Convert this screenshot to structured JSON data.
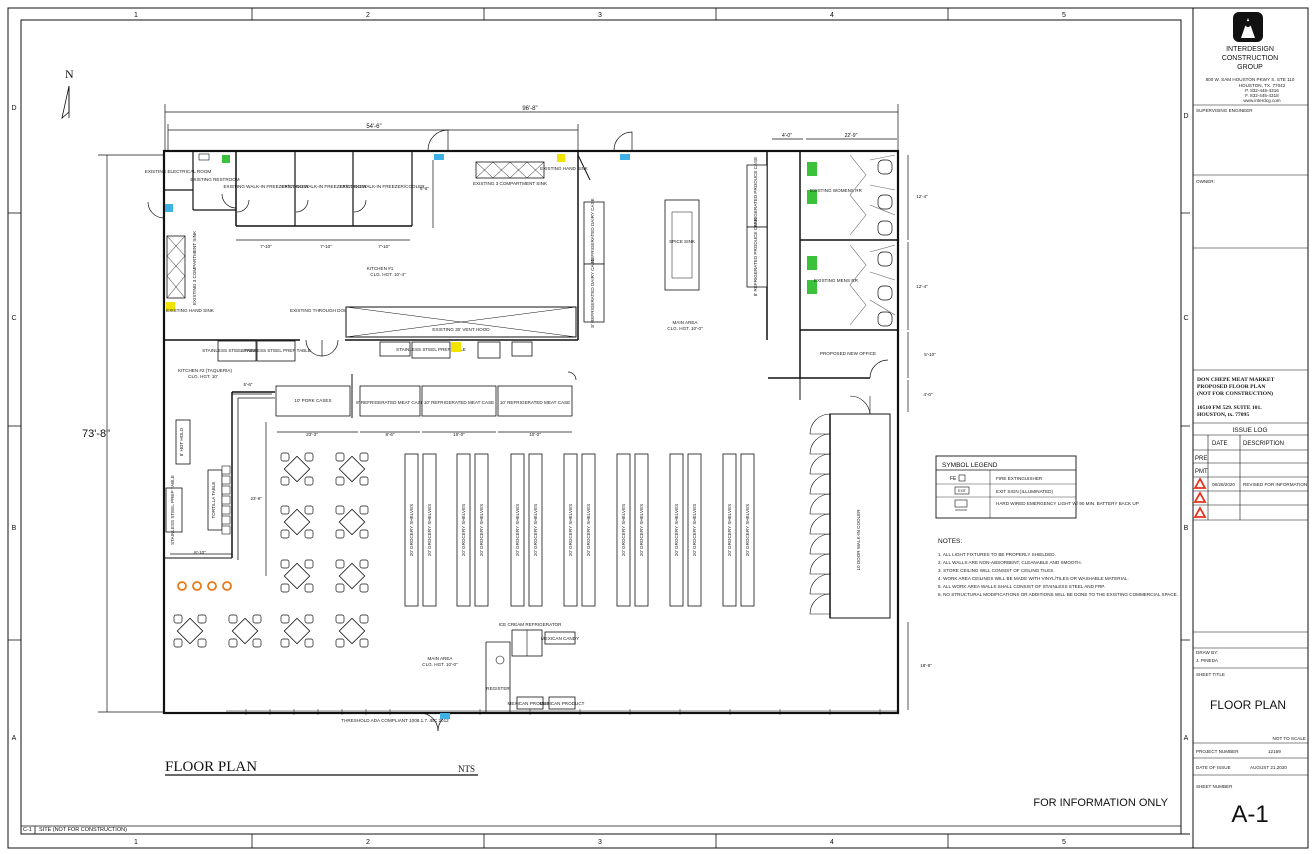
{
  "border": {
    "columns": [
      "1",
      "2",
      "3",
      "4",
      "5"
    ],
    "rows": [
      "D",
      "C",
      "B",
      "A"
    ],
    "footer_tag": "C-1",
    "footer_text": "SITE (NOT FOR CONSTRUCTION)"
  },
  "north": "N",
  "dimensions": {
    "overall_width": "96'-8\"",
    "left_width": "54'-6\"",
    "right_a": "4'-0\"",
    "right_b": "22'-9\"",
    "overall_height": "73'-8\"",
    "cooler_h": "5'-6\"",
    "cooler_w1": "7'-10\"",
    "cooler_w2": "7'-10\"",
    "cooler_w3": "7'-10\"",
    "womens_h": "12'-4\"",
    "mens_h": "12'-4\"",
    "office_h": "5'-10\"",
    "office_b": "4'-0\"",
    "case_gap": "5'-6\"",
    "seat_w1": "23'-3\"",
    "seat_h": "23'-6\"",
    "case1_w": "8'-6\"",
    "case2_w": "10'-0\"",
    "case3_w": "10'-0\"",
    "left_w2": "8'-10\"",
    "right_low": "18'-8\""
  },
  "rooms": {
    "electrical": "EXISTING ELECTRICAL ROOM",
    "restroom": "EXISTING RESTROOM",
    "cooler1": "EXISTING WALK-IN FREEZER/COOLER",
    "cooler2": "EXISTING WALK-IN FREEZER/COOLER",
    "cooler3": "EXISTING WALK-IN FREEZER/COOLER",
    "comp_sink_top": "EXISTING 3 COMPARTMENT SINK",
    "hand_sink_top": "EXISTING HAND SINK",
    "comp_sink_left": "EXISTING 3 COMPARTMENT SINK",
    "hand_sink_left": "EXISTING HAND SINK",
    "kitchen1": "KITCHEN #1",
    "kitchen1_clg": "CLG. HGT. 10'-4\"",
    "through_doors": "EXISTING THROUGH DOORS",
    "vent_hood": "EXISTING 30' VENT HOOD",
    "prep1": "STAINLESS STEEL PREP TABLE",
    "prep2": "STAINLESS STEEL PREP TABLE",
    "prep3": "STAINLESS STEEL PREP TABLE",
    "kitchen2": "KITCHEN #2 (TAQUERIA)",
    "kitchen2_clg": "CLG. HGT. 10'",
    "dairy1": "8' REFRIGERATED DAIRY CASE",
    "dairy2": "8' REFRIGERATED DAIRY CASE",
    "spice": "SPICE SINK",
    "main_area": "MAIN AREA",
    "main_clg": "CLG. HGT. 10'-0\"",
    "produce1": "8' REFRIGERATED PRODUCE CASE",
    "produce2": "8' REFRIGERATED PRODUCE CASE",
    "womens": "EXISTING WOMENS RR",
    "mens": "EXISTING MENS RR",
    "office": "PROPOSED NEW OFFICE",
    "pork": "10' PORK CASES",
    "meat1": "8' REFRIGERATED MEAT CASE",
    "meat2": "10' REFRIGERATED MEAT CASE",
    "meat3": "10' REFRIGERATED MEAT CASE",
    "hot_case": "8' HOT HOLD",
    "prep_left": "STAINLESS STEEL PREP TABLE",
    "tortilla": "TORTILLA TABLE",
    "walkin": "10 DOOR WALK-IN COOLER",
    "ice_cream": "ICE CREAM REFRIGERATOR",
    "mexican_candy": "MEXICAN CANDY",
    "register": "REGISTER",
    "mexican_product1": "MEXICAN PRODUCT",
    "mexican_product2": "MEXICAN PRODUCT",
    "main2": "MAIN AREA",
    "main2_clg": "CLG. HGT. 10'-0\"",
    "threshold": "THRESHOLD ADA COMPLIANT 1008.1.7. IBC 2012",
    "shelves": [
      "20' GROCERY SHELVES",
      "20' GROCERY SHELVES",
      "20' GROCERY SHELVES",
      "20' GROCERY SHELVES",
      "20' GROCERY SHELVES",
      "20' GROCERY SHELVES",
      "20' GROCERY SHELVES",
      "20' GROCERY SHELVES",
      "20' GROCERY SHELVES",
      "20' GROCERY SHELVES",
      "20' GROCERY SHELVES",
      "20' GROCERY SHELVES",
      "20' GROCERY SHELVES",
      "20' GROCERY SHELVES"
    ]
  },
  "legend": {
    "title": "SYMBOL LEGEND",
    "items": [
      {
        "symbol": "FE",
        "text": "FIRE EXTINGUISHER"
      },
      {
        "symbol": "EXIT",
        "text": "EXIT SIGN (ILLUMINATED)"
      },
      {
        "symbol": "",
        "text": "HARD WIRED EMERGENCY LIGHT W/ 90 MIN. BATTERY BACK UP"
      }
    ]
  },
  "notes": {
    "title": "NOTES:",
    "items": [
      "1. ALL LIGHT FIXTURES TO BE PROPERLY SHIELDED.",
      "2. ALL WALLS ARE NON-ABSORBENT, CLEANABLE AND SMOOTH.",
      "3. STORE CEILING WILL CONSIST OF CEILING TILES.",
      "4. WORK AREA CEILINGS WILL BE MADE WITH VINYL/TILES OR WASHABLE MATERIAL.",
      "5. ALL WORK AREA WALLS SHALL CONSIST OF STAINLESS STEEL AND FRP.",
      "6. NO STRUCTURAL MODIFICATIONS OR ADDITIONS WILL BE DONE TO THE EXISTING COMMERCIAL SPACE."
    ]
  },
  "drawing_title": "FLOOR PLAN",
  "drawing_scale": "NTS",
  "stamp": "FOR INFORMATION ONLY",
  "title_block": {
    "company": [
      "INTERDESIGN",
      "CONSTRUCTION",
      "GROUP"
    ],
    "address": [
      "800 W. SAM HOUSTON PKWY S. STE 110",
      "HOUSTON, TX. 77042",
      "P. 832-445-4316",
      "F. 832-445-4318",
      "www.interdcg.com"
    ],
    "supervising": "SUPERVISING ENGINEER",
    "owner": "OWNER:",
    "project": [
      "DON CHEPE MEAT MARKET",
      "PROPOSED FLOOR PLAN",
      "(NOT FOR CONSTRUCTION)",
      "",
      "10510 FM 529. SUITE 101.",
      "HOUSTON, tx. 77095"
    ],
    "issue_log": "ISSUE LOG",
    "issue_cols": [
      "DATE",
      "DESCRIPTION"
    ],
    "issue_rows": [
      {
        "mark": "PRE",
        "date": "",
        "desc": ""
      },
      {
        "mark": "PMT",
        "date": "",
        "desc": ""
      },
      {
        "mark": "1",
        "date": "08/28/2020",
        "desc": "REVISED FOR INFORMATION"
      },
      {
        "mark": "2",
        "date": "",
        "desc": ""
      },
      {
        "mark": "3",
        "date": "",
        "desc": ""
      }
    ],
    "drawn_by_label": "DRAW BY:",
    "drawn_by": "J. PINEDA",
    "sheet_title_label": "SHEET TITLE",
    "sheet_title": "FLOOR PLAN",
    "scale": "NOT TO SCALE",
    "project_number_label": "PROJECT NUMBER",
    "project_number": "12169",
    "date_label": "DATE OF ISSUE",
    "date": "AUGUST 21,2020",
    "sheet_number_label": "SHEET NUMBER",
    "sheet_number": "A-1"
  }
}
